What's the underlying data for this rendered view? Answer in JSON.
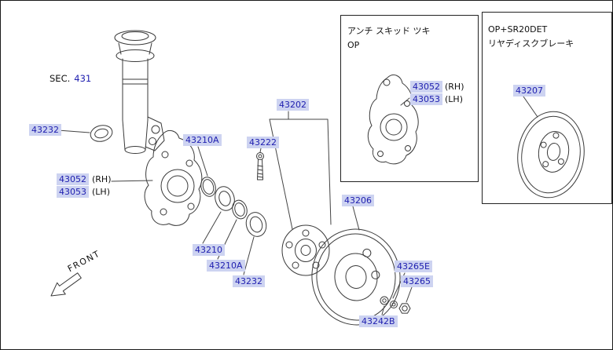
{
  "colors": {
    "label_bg": "#cdd3f1",
    "label_text": "#2020b0",
    "line": "#3a3a3a"
  },
  "sec_ref": {
    "label": "SEC.",
    "number": "431"
  },
  "front_marker": {
    "label": "FRONT"
  },
  "callouts": {
    "seal_upper": "43232",
    "knuckle_rh": "43052",
    "knuckle_rh_side": "(RH)",
    "knuckle_lh": "43053",
    "knuckle_lh_side": "(LH)",
    "snapring_upper": "43210A",
    "bolt": "43222",
    "hub_assembly": "43202",
    "bearing": "43210",
    "snapring_lower": "43210A",
    "seal_lower": "43232",
    "drum": "43206",
    "washer_outer": "43265E",
    "nut": "43265",
    "washer_inner": "43242B"
  },
  "inset_antiskid": {
    "title_line1": "アンチ スキッド ツキ",
    "title_line2": "OP",
    "knuckle_rh": "43052",
    "knuckle_rh_side": "(RH)",
    "knuckle_lh": "43053",
    "knuckle_lh_side": "(LH)"
  },
  "inset_discbrake": {
    "title_line1": "OP+SR20DET",
    "title_line2": "リヤディスクブレーキ",
    "rotor": "43207"
  }
}
